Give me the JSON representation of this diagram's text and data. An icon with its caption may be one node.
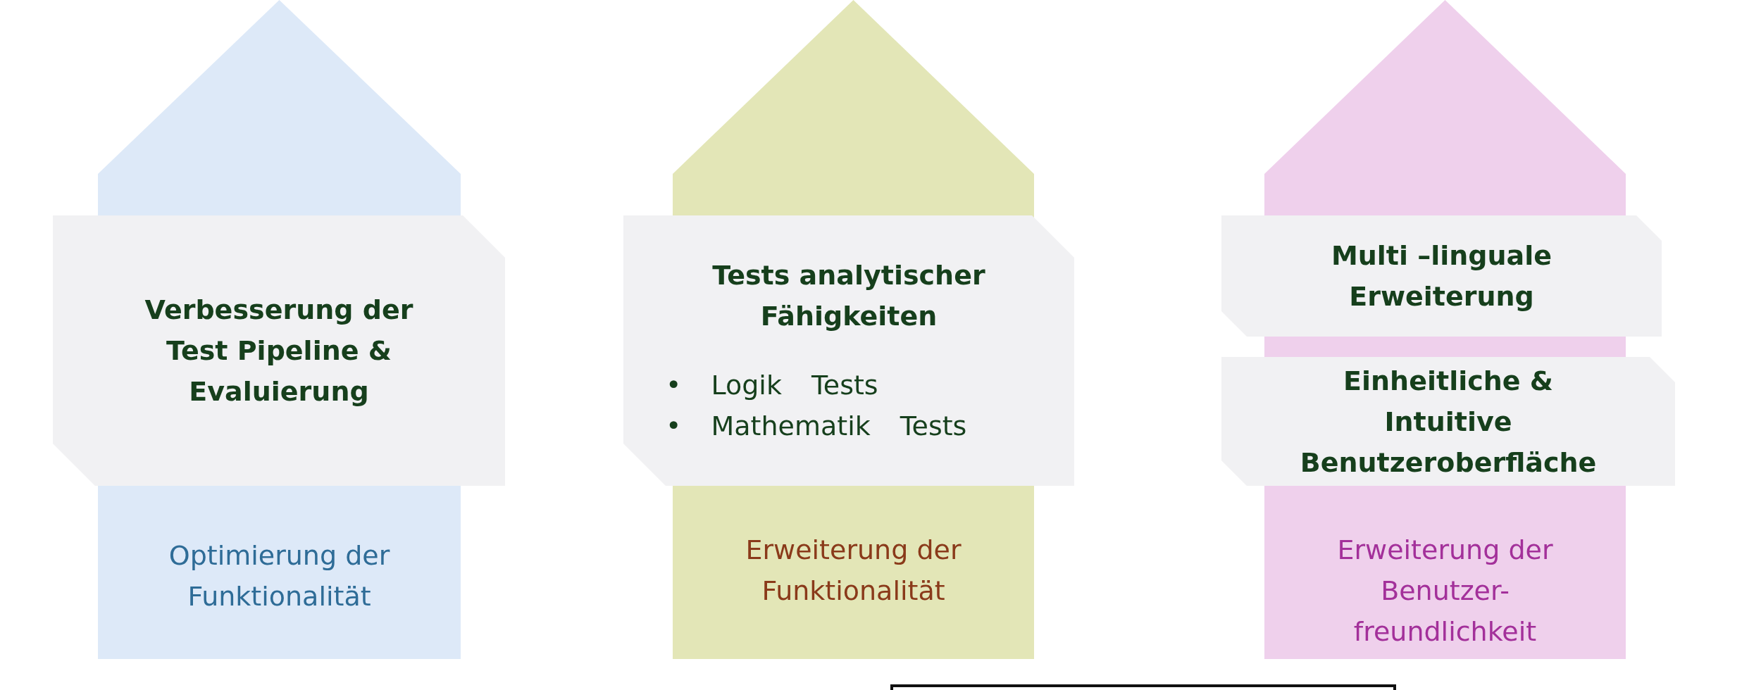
{
  "diagram": {
    "nodes": [
      {
        "text": [
          "Optimierung der Funktionalität"
        ]
      },
      {
        "text": [
          "Verbesserung der Test Pipeline & Evaluierung"
        ]
      },
      {
        "text": [
          "Erweiterung der Funktionalität"
        ]
      },
      {
        "text": [
          "Tests analytischer Fähigkeiten",
          "• Logik Tests",
          "• Mathematik Tests"
        ]
      },
      {
        "text": [
          "Erweiterung der Benutzer-freundlichkeit"
        ]
      },
      {
        "text": [
          "Multi –linguale Erweiterung"
        ]
      },
      {
        "text": [
          "Einheitliche & Intuitive Benutzeroberfläche"
        ]
      }
    ],
    "edges": []
  }
}
